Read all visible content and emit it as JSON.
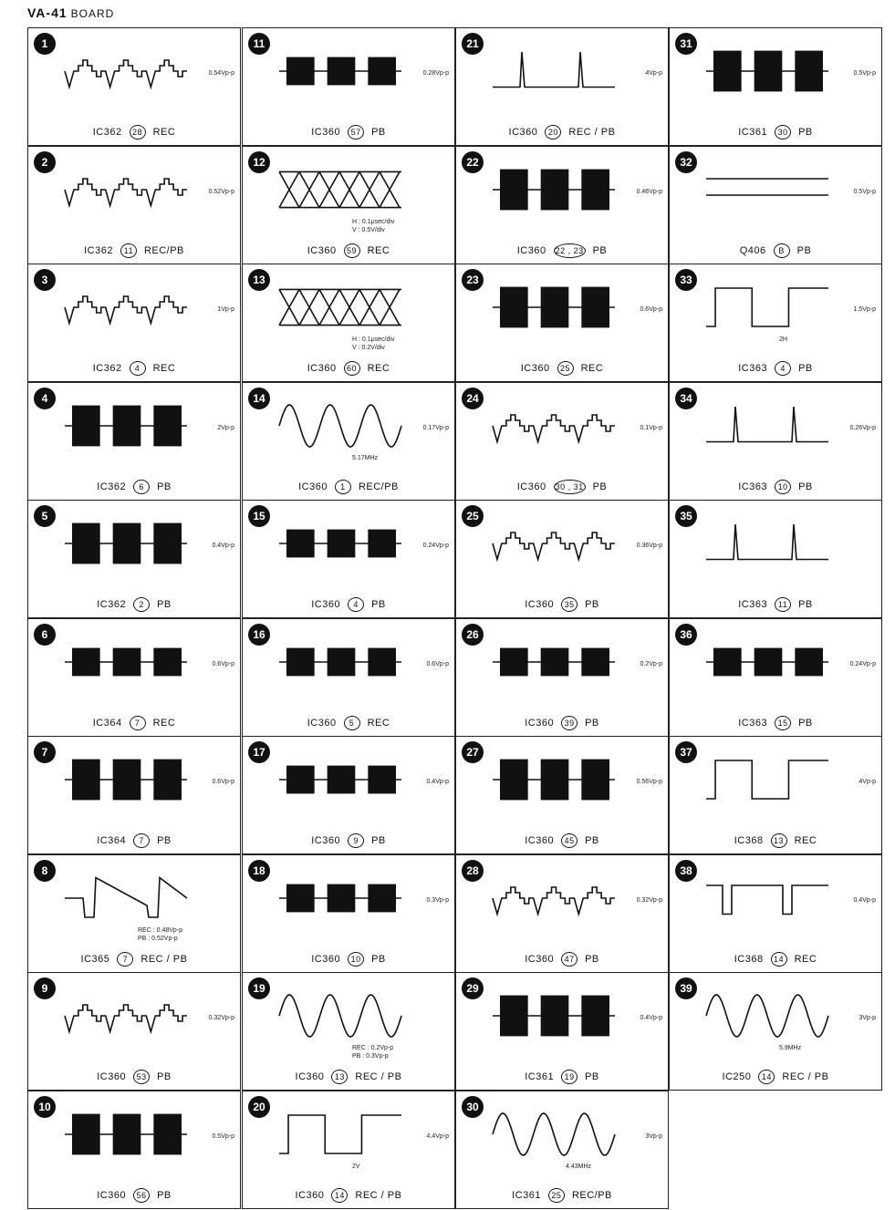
{
  "title": "VA-41",
  "subtitle": "BOARD",
  "cells": [
    {
      "num": "1",
      "ic": "IC362",
      "pin": "28",
      "mode": "REC",
      "amp": "0.54Vp-p",
      "wave": "step",
      "note": ""
    },
    {
      "num": "2",
      "ic": "IC362",
      "pin": "11",
      "mode": "REC/PB",
      "amp": "0.52Vp-p",
      "wave": "step",
      "note": ""
    },
    {
      "num": "3",
      "ic": "IC362",
      "pin": "4",
      "mode": "REC",
      "amp": "1Vp-p",
      "wave": "step",
      "note": ""
    },
    {
      "num": "4",
      "ic": "IC362",
      "pin": "6",
      "mode": "PB",
      "amp": "2Vp-p",
      "wave": "dense",
      "note": ""
    },
    {
      "num": "5",
      "ic": "IC362",
      "pin": "2",
      "mode": "PB",
      "amp": "0.4Vp-p",
      "wave": "dense",
      "note": ""
    },
    {
      "num": "6",
      "ic": "IC364",
      "pin": "7",
      "mode": "REC",
      "amp": "0.6Vp-p",
      "wave": "burst",
      "note": ""
    },
    {
      "num": "7",
      "ic": "IC364",
      "pin": "7",
      "mode": "PB",
      "amp": "0.6Vp-p",
      "wave": "dense",
      "note": ""
    },
    {
      "num": "8",
      "ic": "IC365",
      "pin": "7",
      "mode": "REC / PB",
      "amp": "",
      "wave": "ramp",
      "note": "REC : 0.48Vp-p\nPB : 0.52Vp-p"
    },
    {
      "num": "9",
      "ic": "IC360",
      "pin": "53",
      "mode": "PB",
      "amp": "0.32Vp-p",
      "wave": "step",
      "note": ""
    },
    {
      "num": "10",
      "ic": "IC360",
      "pin": "56",
      "mode": "PB",
      "amp": "0.5Vp-p",
      "wave": "dense",
      "note": ""
    },
    {
      "num": "11",
      "ic": "IC360",
      "pin": "57",
      "mode": "PB",
      "amp": "0.28Vp-p",
      "wave": "burst",
      "note": ""
    },
    {
      "num": "12",
      "ic": "IC360",
      "pin": "59",
      "mode": "REC",
      "amp": "",
      "wave": "xtrace",
      "note": "H : 0.1μsec/div\nV : 0.5V/div"
    },
    {
      "num": "13",
      "ic": "IC360",
      "pin": "60",
      "mode": "REC",
      "amp": "",
      "wave": "xtrace",
      "note": "H : 0.1μsec/div\nV : 0.2V/div"
    },
    {
      "num": "14",
      "ic": "IC360",
      "pin": "1",
      "mode": "REC/PB",
      "amp": "0.17Vp-p",
      "wave": "sine",
      "note": "5.17MHz"
    },
    {
      "num": "15",
      "ic": "IC360",
      "pin": "4",
      "mode": "PB",
      "amp": "0.24Vp-p",
      "wave": "burst",
      "note": ""
    },
    {
      "num": "16",
      "ic": "IC360",
      "pin": "5",
      "mode": "REC",
      "amp": "0.6Vp-p",
      "wave": "burst",
      "note": ""
    },
    {
      "num": "17",
      "ic": "IC360",
      "pin": "9",
      "mode": "PB",
      "amp": "0.4Vp-p",
      "wave": "burst",
      "note": ""
    },
    {
      "num": "18",
      "ic": "IC360",
      "pin": "10",
      "mode": "PB",
      "amp": "0.3Vp-p",
      "wave": "burst",
      "note": ""
    },
    {
      "num": "19",
      "ic": "IC360",
      "pin": "13",
      "mode": "REC / PB",
      "amp": "",
      "wave": "sine",
      "note": "REC : 0.2Vp-p\nPB : 0.3Vp-p"
    },
    {
      "num": "20",
      "ic": "IC360",
      "pin": "14",
      "mode": "REC / PB",
      "amp": "4.4Vp-p",
      "wave": "square",
      "note": "2V"
    },
    {
      "num": "21",
      "ic": "IC360",
      "pin": "20",
      "mode": "REC / PB",
      "amp": "4Vp-p",
      "wave": "pulse",
      "note": ""
    },
    {
      "num": "22",
      "ic": "IC360",
      "pin": "22 , 23",
      "mode": "PB",
      "amp": "0.46Vp-p",
      "wave": "dense",
      "note": ""
    },
    {
      "num": "23",
      "ic": "IC360",
      "pin": "25",
      "mode": "REC",
      "amp": "0.6Vp-p",
      "wave": "dense",
      "note": ""
    },
    {
      "num": "24",
      "ic": "IC360",
      "pin": "30 , 31",
      "mode": "PB",
      "amp": "0.1Vp-p",
      "wave": "step",
      "note": ""
    },
    {
      "num": "25",
      "ic": "IC360",
      "pin": "35",
      "mode": "PB",
      "amp": "0.36Vp-p",
      "wave": "step",
      "note": ""
    },
    {
      "num": "26",
      "ic": "IC360",
      "pin": "39",
      "mode": "PB",
      "amp": "0.2Vp-p",
      "wave": "burst",
      "note": ""
    },
    {
      "num": "27",
      "ic": "IC360",
      "pin": "45",
      "mode": "PB",
      "amp": "0.56Vp-p",
      "wave": "dense",
      "note": ""
    },
    {
      "num": "28",
      "ic": "IC360",
      "pin": "47",
      "mode": "PB",
      "amp": "0.32Vp-p",
      "wave": "step",
      "note": ""
    },
    {
      "num": "29",
      "ic": "IC361",
      "pin": "19",
      "mode": "PB",
      "amp": "0.4Vp-p",
      "wave": "dense",
      "note": ""
    },
    {
      "num": "30",
      "ic": "IC361",
      "pin": "25",
      "mode": "REC/PB",
      "amp": "3Vp-p",
      "wave": "sine",
      "note": "4.43MHz"
    },
    {
      "num": "31",
      "ic": "IC361",
      "pin": "30",
      "mode": "PB",
      "amp": "0.5Vp-p",
      "wave": "dense",
      "note": ""
    },
    {
      "num": "32",
      "ic": "Q406",
      "pin": "B",
      "mode": "PB",
      "amp": "0.5Vp-p",
      "wave": "flat",
      "note": ""
    },
    {
      "num": "33",
      "ic": "IC363",
      "pin": "4",
      "mode": "PB",
      "amp": "1.5Vp-p",
      "wave": "square",
      "note": "2H"
    },
    {
      "num": "34",
      "ic": "IC363",
      "pin": "10",
      "mode": "PB",
      "amp": "0.26Vp-p",
      "wave": "pulse",
      "note": ""
    },
    {
      "num": "35",
      "ic": "IC363",
      "pin": "11",
      "mode": "PB",
      "amp": "",
      "wave": "pulse",
      "note": ""
    },
    {
      "num": "36",
      "ic": "IC363",
      "pin": "15",
      "mode": "PB",
      "amp": "0.24Vp-p",
      "wave": "burst",
      "note": ""
    },
    {
      "num": "37",
      "ic": "IC368",
      "pin": "13",
      "mode": "REC",
      "amp": "4Vp-p",
      "wave": "square",
      "note": ""
    },
    {
      "num": "38",
      "ic": "IC368",
      "pin": "14",
      "mode": "REC",
      "amp": "0.4Vp-p",
      "wave": "notch",
      "note": ""
    },
    {
      "num": "39",
      "ic": "IC250",
      "pin": "14",
      "mode": "REC / PB",
      "amp": "3Vp-p",
      "wave": "sine",
      "note": "5.9MHz"
    }
  ]
}
